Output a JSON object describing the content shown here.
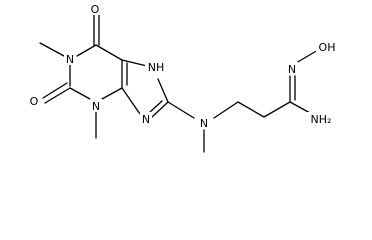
{
  "molecule": {
    "atoms": {
      "o_top": "O",
      "n1": "N",
      "o_left": "O",
      "n3": "N",
      "n7h": "NH",
      "n9": "N",
      "n_amine": "N",
      "n_oxime": "N",
      "oh": "OH",
      "nh2": "NH₂"
    },
    "colors": {
      "bond": "#000000",
      "label": "#000000",
      "background": "#ffffff"
    }
  }
}
